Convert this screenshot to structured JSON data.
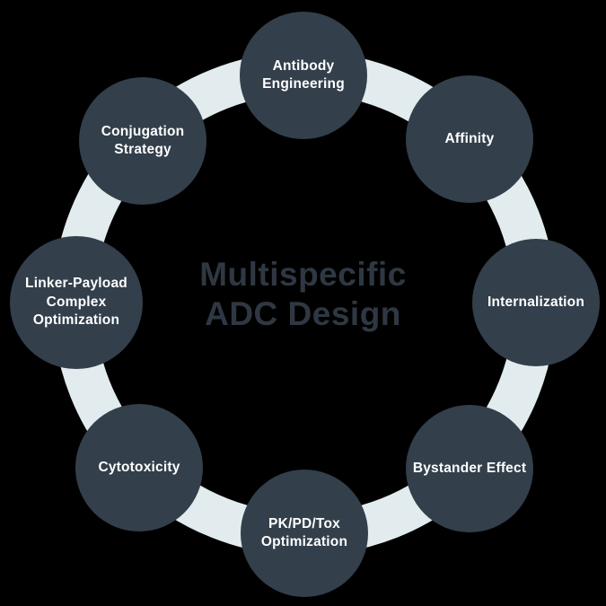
{
  "diagram": {
    "title": {
      "line1": "Multispecific",
      "line2": "ADC Design"
    },
    "nodes": [
      {
        "id": "antibody-engineering",
        "label": "Antibody Engineering"
      },
      {
        "id": "affinity",
        "label": "Affinity"
      },
      {
        "id": "internalization",
        "label": "Internalization"
      },
      {
        "id": "bystander-effect",
        "label": "Bystander Effect"
      },
      {
        "id": "pk-pd-tox-optimization",
        "label": "PK/PD/Tox Optimization"
      },
      {
        "id": "cytotoxicity",
        "label": "Cytotoxicity"
      },
      {
        "id": "linker-payload-optimization",
        "label": "Linker-Payload Complex Optimization"
      },
      {
        "id": "conjugation-strategy",
        "label": "Conjugation Strategy"
      }
    ],
    "colors": {
      "background": "#000000",
      "ring": "#e2ecee",
      "node_fill": "#333f4b",
      "node_text": "#ffffff",
      "title_text": "#2f3842"
    }
  }
}
